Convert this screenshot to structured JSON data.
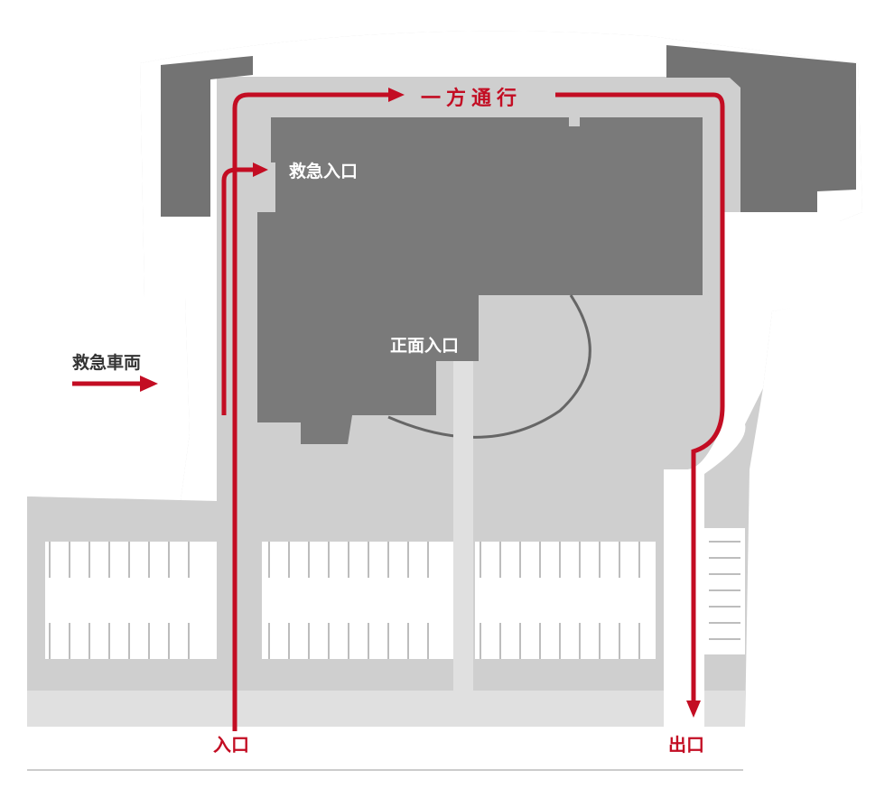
{
  "colors": {
    "building": "#7a7a7a",
    "side_building": "#737373",
    "lot_gray": "#cfcfcf",
    "lot_light": "#e0e0e0",
    "road_white": "#ffffff",
    "route_red": "#c30d23",
    "white_label": "#ffffff",
    "dark_label": "#333333"
  },
  "labels": {
    "one_way": "一方通行",
    "emergency_entrance": "救急入口",
    "main_entrance": "正面入口",
    "emergency_vehicles": "救急車両",
    "entrance": "入口",
    "exit": "出口"
  },
  "icons": {
    "route_arrow": "arrow-right-icon",
    "exit_arrow": "arrow-down-icon"
  }
}
